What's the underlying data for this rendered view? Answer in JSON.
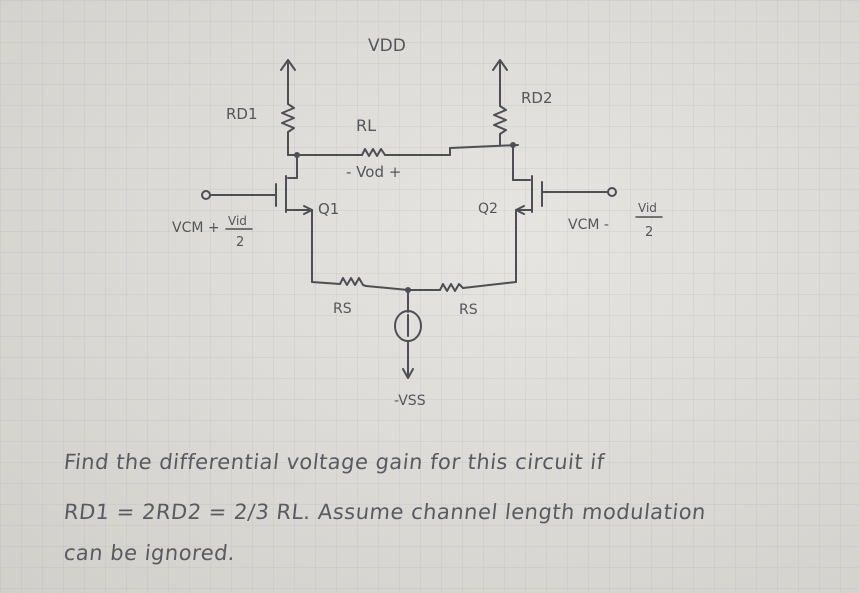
{
  "circuit": {
    "vdd": "VDD",
    "rd1": "RD1",
    "rd2": "RD2",
    "rl": "RL",
    "vod": "- Vod +",
    "q1": "Q1",
    "q2": "Q2",
    "vin_left_prefix": "VCM + ",
    "vin_right_prefix": "VCM - ",
    "vid_num": "Vid",
    "vid_den": "2",
    "rs_left": "RS",
    "rs_right": "RS",
    "vss": "-VSS"
  },
  "problem": {
    "line1": "Find the differential voltage gain for this circuit if",
    "line2": "RD1 = 2RD2 = 2/3 RL. Assume channel length modulation",
    "line3": "can be ignored."
  },
  "colors": {
    "ink": "#4e4e55",
    "paper": "#dedcd7"
  }
}
